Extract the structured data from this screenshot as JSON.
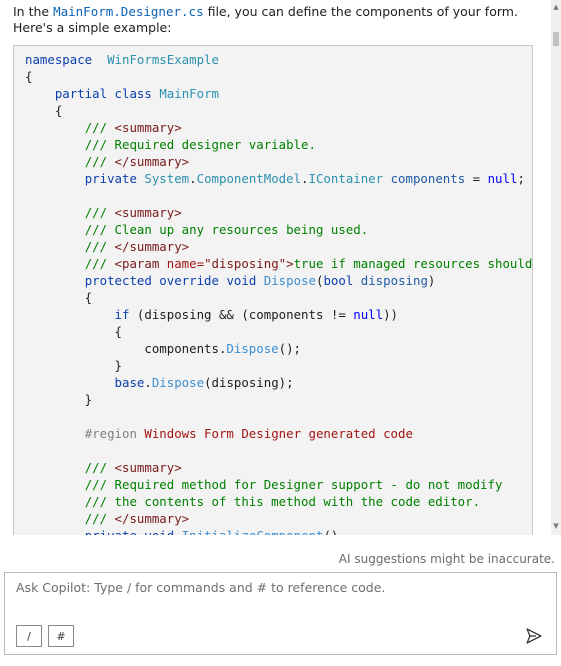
{
  "message": {
    "intro_prefix": "In the ",
    "intro_file": "MainForm.Designer.cs",
    "intro_suffix": " file, you can define the components of your form.",
    "intro_line2": "Here's a simple example:"
  },
  "code": {
    "lines": [
      [
        [
          "kw2",
          "namespace"
        ],
        [
          "",
          "  "
        ],
        [
          "ty",
          "WinFormsExample"
        ]
      ],
      [
        [
          "",
          "{"
        ]
      ],
      [
        [
          "",
          "    "
        ],
        [
          "kw2",
          "partial"
        ],
        [
          "",
          " "
        ],
        [
          "kw2",
          "class"
        ],
        [
          "",
          " "
        ],
        [
          "ty",
          "MainForm"
        ]
      ],
      [
        [
          "",
          "    {"
        ]
      ],
      [
        [
          "",
          "        "
        ],
        [
          "cm",
          "/// "
        ],
        [
          "xml",
          "<summary>"
        ]
      ],
      [
        [
          "",
          "        "
        ],
        [
          "cm",
          "/// Required designer variable."
        ]
      ],
      [
        [
          "",
          "        "
        ],
        [
          "cm",
          "/// "
        ],
        [
          "xml",
          "</summary>"
        ]
      ],
      [
        [
          "",
          "        "
        ],
        [
          "kw2",
          "private"
        ],
        [
          "",
          " "
        ],
        [
          "ty",
          "System"
        ],
        [
          "",
          "."
        ],
        [
          "ty",
          "ComponentModel"
        ],
        [
          "",
          "."
        ],
        [
          "ty",
          "IContainer"
        ],
        [
          "",
          " "
        ],
        [
          "vr",
          "components"
        ],
        [
          "",
          " = "
        ],
        [
          "nu",
          "null"
        ],
        [
          "",
          ";"
        ]
      ],
      [
        [
          "",
          ""
        ]
      ],
      [
        [
          "",
          "        "
        ],
        [
          "cm",
          "/// "
        ],
        [
          "xml",
          "<summary>"
        ]
      ],
      [
        [
          "",
          "        "
        ],
        [
          "cm",
          "/// Clean up any resources being used."
        ]
      ],
      [
        [
          "",
          "        "
        ],
        [
          "cm",
          "/// "
        ],
        [
          "xml",
          "</summary>"
        ]
      ],
      [
        [
          "",
          "        "
        ],
        [
          "cm",
          "/// "
        ],
        [
          "xml",
          "<param "
        ],
        [
          "st",
          "name="
        ],
        [
          "xml",
          "\"disposing\">"
        ],
        [
          "cm",
          "true if managed resources should be disposed"
        ]
      ],
      [
        [
          "",
          "        "
        ],
        [
          "kw2",
          "protected"
        ],
        [
          "",
          " "
        ],
        [
          "kw2",
          "override"
        ],
        [
          "",
          " "
        ],
        [
          "kw2",
          "void"
        ],
        [
          "",
          " "
        ],
        [
          "fn",
          "Dispose"
        ],
        [
          "",
          "("
        ],
        [
          "kw2",
          "bool"
        ],
        [
          "",
          " "
        ],
        [
          "vr",
          "disposing"
        ],
        [
          "",
          ")"
        ]
      ],
      [
        [
          "",
          "        {"
        ]
      ],
      [
        [
          "",
          "            "
        ],
        [
          "kw2",
          "if"
        ],
        [
          "",
          " (disposing && (components != "
        ],
        [
          "nu",
          "null"
        ],
        [
          "",
          "))"
        ]
      ],
      [
        [
          "",
          "            {"
        ]
      ],
      [
        [
          "",
          "                components."
        ],
        [
          "fn",
          "Dispose"
        ],
        [
          "",
          "();"
        ]
      ],
      [
        [
          "",
          "            }"
        ]
      ],
      [
        [
          "",
          "            "
        ],
        [
          "kw2",
          "base"
        ],
        [
          "",
          "."
        ],
        [
          "fn",
          "Dispose"
        ],
        [
          "",
          "(disposing);"
        ]
      ],
      [
        [
          "",
          "        }"
        ]
      ],
      [
        [
          "",
          ""
        ]
      ],
      [
        [
          "",
          "        "
        ],
        [
          "pp",
          "#region"
        ],
        [
          "",
          " "
        ],
        [
          "rg",
          "Windows Form Designer generated code"
        ]
      ],
      [
        [
          "",
          ""
        ]
      ],
      [
        [
          "",
          "        "
        ],
        [
          "cm",
          "/// "
        ],
        [
          "xml",
          "<summary>"
        ]
      ],
      [
        [
          "",
          "        "
        ],
        [
          "cm",
          "/// Required method for Designer support - do not modify"
        ]
      ],
      [
        [
          "",
          "        "
        ],
        [
          "cm",
          "/// the contents of this method with the code editor."
        ]
      ],
      [
        [
          "",
          "        "
        ],
        [
          "cm",
          "/// "
        ],
        [
          "xml",
          "</summary>"
        ]
      ],
      [
        [
          "",
          "        "
        ],
        [
          "kw2",
          "private"
        ],
        [
          "",
          " "
        ],
        [
          "kw2",
          "void"
        ],
        [
          "",
          " "
        ],
        [
          "fn",
          "InitializeComponent"
        ],
        [
          "",
          "()"
        ]
      ]
    ]
  },
  "footer": {
    "disclaimer": "AI suggestions might be inaccurate."
  },
  "input": {
    "placeholder": "Ask Copilot: Type / for commands and # to reference code.",
    "slash_label": "/",
    "hash_label": "#"
  },
  "icons": {
    "send": "send-icon",
    "scroll_up": "chevron-up-icon",
    "scroll_down": "chevron-down-icon"
  }
}
